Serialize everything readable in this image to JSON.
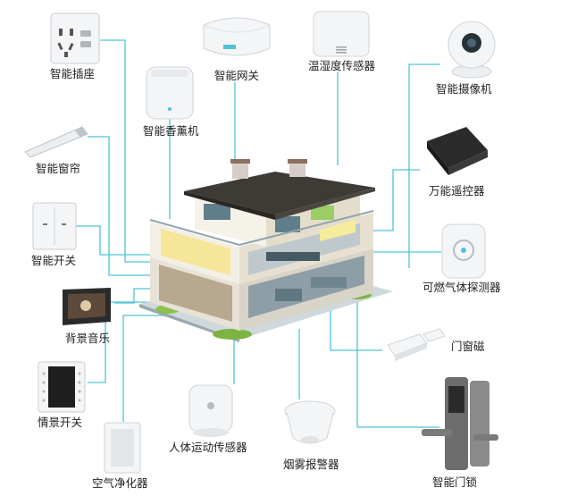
{
  "title": "",
  "colors": {
    "connector": "#4fc3d9",
    "device": "#f4f5f7",
    "device_dark": "#2b2b2b"
  },
  "devices": [
    {
      "key": "socket",
      "label": "智能插座",
      "icon": "wall-socket-icon"
    },
    {
      "key": "gateway",
      "label": "智能网关",
      "icon": "gateway-hub-icon"
    },
    {
      "key": "th_sensor",
      "label": "温湿度传感器",
      "icon": "temperature-humidity-sensor-icon"
    },
    {
      "key": "camera",
      "label": "智能摄像机",
      "icon": "security-camera-icon"
    },
    {
      "key": "aroma",
      "label": "智能香薰机",
      "icon": "aroma-diffuser-icon"
    },
    {
      "key": "curtain",
      "label": "智能窗帘",
      "icon": "curtain-motor-icon"
    },
    {
      "key": "remote",
      "label": "万能遥控器",
      "icon": "ir-remote-hub-icon"
    },
    {
      "key": "switch",
      "label": "智能开关",
      "icon": "wall-switch-icon"
    },
    {
      "key": "gas",
      "label": "可燃气体探测器",
      "icon": "gas-detector-icon"
    },
    {
      "key": "music",
      "label": "背景音乐",
      "icon": "music-panel-icon"
    },
    {
      "key": "door_sensor",
      "label": "门窗磁",
      "icon": "door-window-sensor-icon"
    },
    {
      "key": "scene",
      "label": "情景开关",
      "icon": "scene-panel-icon"
    },
    {
      "key": "air",
      "label": "空气净化器",
      "icon": "air-purifier-icon"
    },
    {
      "key": "motion",
      "label": "人体运动传感器",
      "icon": "motion-sensor-icon"
    },
    {
      "key": "smoke",
      "label": "烟雾报警器",
      "icon": "smoke-alarm-icon"
    },
    {
      "key": "lock",
      "label": "智能门锁",
      "icon": "smart-lock-icon"
    }
  ]
}
